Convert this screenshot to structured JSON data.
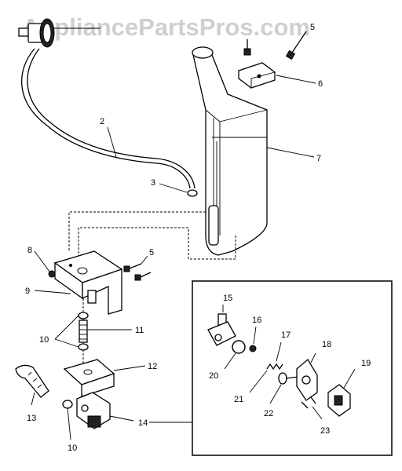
{
  "watermark": "AppliancePartsPros.com",
  "callouts": {
    "c2": "2",
    "c3": "3",
    "c5a": "5",
    "c5b": "5",
    "c6": "6",
    "c7": "7",
    "c8": "8",
    "c9": "9",
    "c10a": "10",
    "c10b": "10",
    "c11": "11",
    "c12": "12",
    "c13": "13",
    "c14": "14",
    "c15": "15",
    "c16": "16",
    "c17": "17",
    "c18": "18",
    "c19": "19",
    "c20": "20",
    "c21": "21",
    "c22": "22",
    "c23": "23"
  }
}
